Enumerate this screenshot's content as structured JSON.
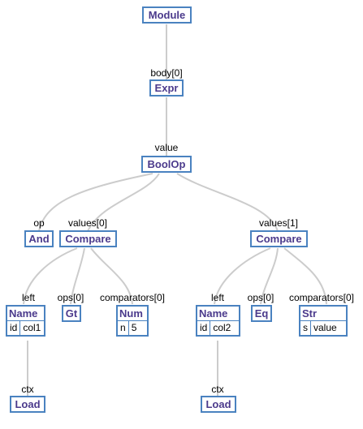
{
  "tree": {
    "nodes": {
      "module": {
        "title": "Module"
      },
      "expr": {
        "title": "Expr"
      },
      "boolop": {
        "title": "BoolOp"
      },
      "and": {
        "title": "And"
      },
      "compare1": {
        "title": "Compare"
      },
      "compare2": {
        "title": "Compare"
      },
      "name1": {
        "title": "Name",
        "fields": [
          "id",
          "col1"
        ]
      },
      "gt": {
        "title": "Gt"
      },
      "num": {
        "title": "Num",
        "fields": [
          "n",
          "5"
        ]
      },
      "name2": {
        "title": "Name",
        "fields": [
          "id",
          "col2"
        ]
      },
      "eq": {
        "title": "Eq"
      },
      "str": {
        "title": "Str",
        "fields": [
          "s",
          "value"
        ]
      },
      "load1": {
        "title": "Load"
      },
      "load2": {
        "title": "Load"
      }
    },
    "edge_labels": {
      "body0": "body[0]",
      "value": "value",
      "op": "op",
      "values0": "values[0]",
      "values1": "values[1]",
      "left1": "left",
      "ops0_1": "ops[0]",
      "comparators0_1": "comparators[0]",
      "left2": "left",
      "ops0_2": "ops[0]",
      "comparators0_2": "comparators[0]",
      "ctx1": "ctx",
      "ctx2": "ctx"
    }
  },
  "colors": {
    "node_border": "#4a82c0",
    "node_title": "#4b3a8c",
    "edge": "#cccccc"
  }
}
